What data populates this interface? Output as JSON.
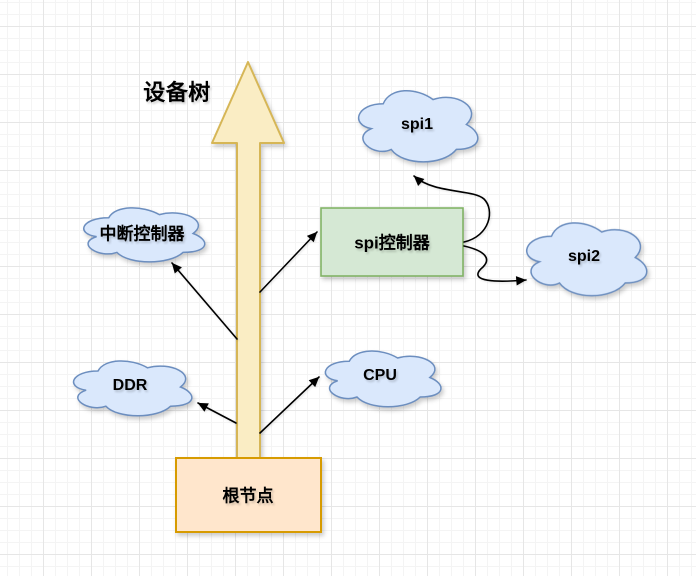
{
  "diagram": {
    "title": "设备树",
    "nodes": {
      "root": {
        "label": "根节点",
        "shape": "rectangle",
        "fill": "#FFE6CC",
        "stroke": "#D79B00"
      },
      "spi_controller": {
        "label": "spi控制器",
        "shape": "rectangle",
        "fill": "#D5E8D4",
        "stroke": "#82B366"
      },
      "interrupt_controller": {
        "label": "中断控制器",
        "shape": "cloud"
      },
      "ddr": {
        "label": "DDR",
        "shape": "cloud"
      },
      "cpu": {
        "label": "CPU",
        "shape": "cloud"
      },
      "spi1": {
        "label": "spi1",
        "shape": "cloud"
      },
      "spi2": {
        "label": "spi2",
        "shape": "cloud"
      }
    },
    "edges": [
      {
        "from": "根节点",
        "to": "中断控制器"
      },
      {
        "from": "根节点",
        "to": "spi控制器"
      },
      {
        "from": "根节点",
        "to": "DDR"
      },
      {
        "from": "根节点",
        "to": "CPU"
      },
      {
        "from": "spi控制器",
        "to": "spi1"
      },
      {
        "from": "spi控制器",
        "to": "spi2"
      }
    ],
    "colors": {
      "cloud_fill": "#DAE8FC",
      "cloud_stroke": "#6C8EBF",
      "rect_green_fill": "#D5E8D4",
      "rect_green_stroke": "#82B366",
      "rect_orange_fill": "#FFE6CC",
      "rect_orange_stroke": "#D79B00",
      "tree_arrow_fill": "#FAEDC4",
      "tree_arrow_stroke": "#D6B656",
      "connector": "#000000",
      "text": "#000000"
    }
  }
}
